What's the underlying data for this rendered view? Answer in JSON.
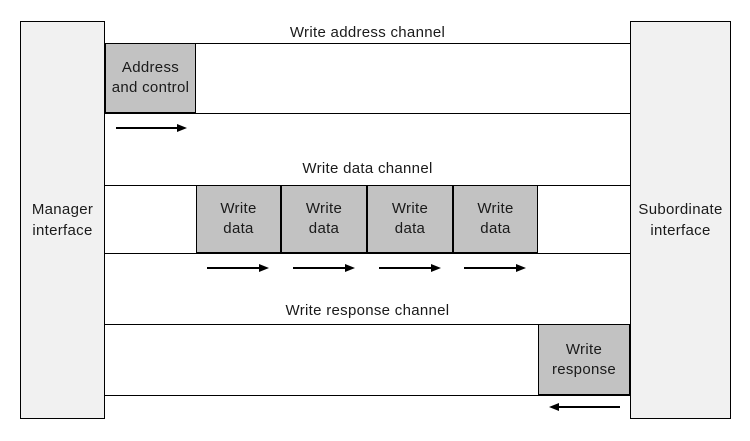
{
  "diagram": {
    "manager": {
      "line1": "Manager",
      "line2": "interface"
    },
    "subordinate": {
      "line1": "Subordinate",
      "line2": "interface"
    },
    "channels": [
      {
        "title": "Write address channel",
        "direction": "right",
        "boxes": [
          {
            "line1": "Address",
            "line2": "and control"
          }
        ]
      },
      {
        "title": "Write data channel",
        "direction": "right",
        "boxes": [
          {
            "line1": "Write",
            "line2": "data"
          },
          {
            "line1": "Write",
            "line2": "data"
          },
          {
            "line1": "Write",
            "line2": "data"
          },
          {
            "line1": "Write",
            "line2": "data"
          }
        ]
      },
      {
        "title": "Write response channel",
        "direction": "left",
        "boxes": [
          {
            "line1": "Write",
            "line2": "response"
          }
        ]
      }
    ],
    "colors": {
      "payload_box_fill": "#c2c2c2",
      "interface_box_fill": "#f1f1f1",
      "line": "#000000"
    }
  }
}
